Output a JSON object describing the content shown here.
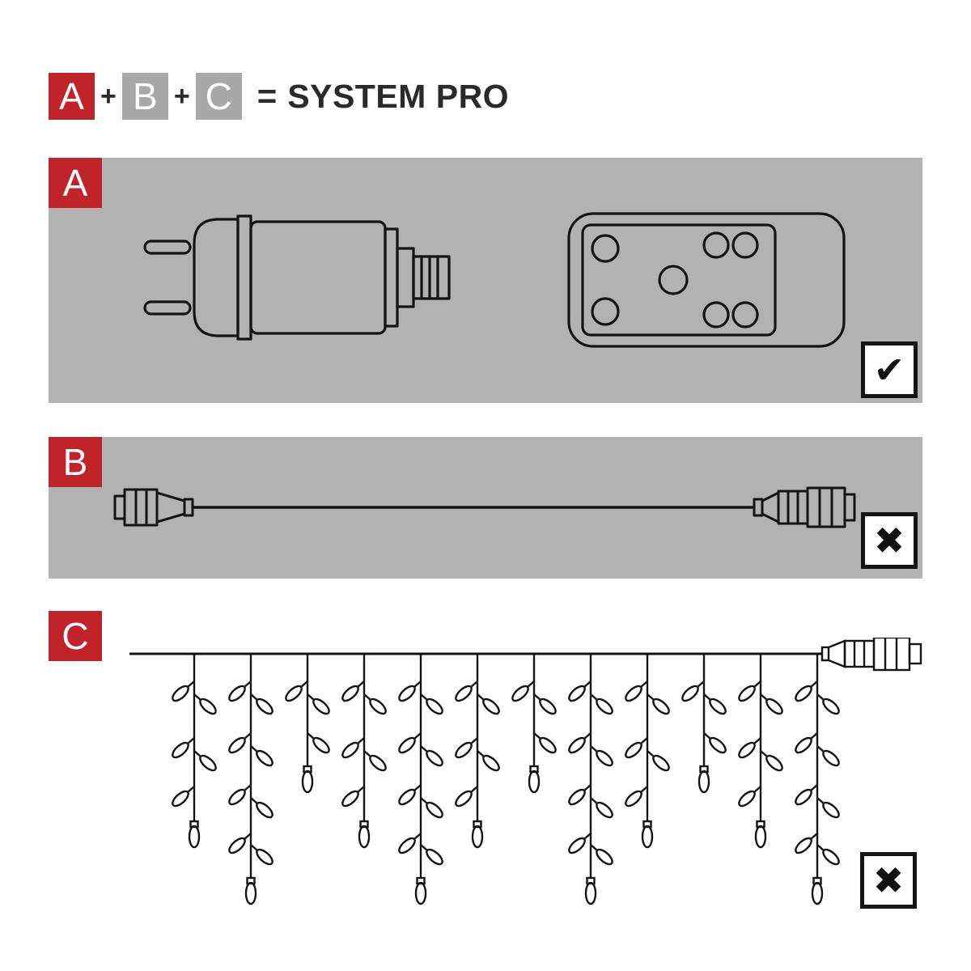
{
  "colors": {
    "accent-red": "#c1232b",
    "panel-gray": "#b2b2b2",
    "chip-gray": "#a8a8a8"
  },
  "header": {
    "chip_a": "A",
    "plus_1": "+",
    "chip_b": "B",
    "plus_2": "+",
    "chip_c": "C",
    "equals": "=",
    "title": "SYSTEM PRO"
  },
  "sections": {
    "a": {
      "badge": "A",
      "status": "included"
    },
    "b": {
      "badge": "B",
      "status": "not-included"
    },
    "c": {
      "badge": "C",
      "status": "not-included"
    }
  },
  "icons": {
    "check": "✔",
    "cross": "✖"
  },
  "artwork_icons": {
    "a": [
      "power-plug-adapter-icon",
      "remote-control-icon"
    ],
    "b": [
      "extension-cable-icon"
    ],
    "c": [
      "icicle-light-string-icon"
    ]
  }
}
